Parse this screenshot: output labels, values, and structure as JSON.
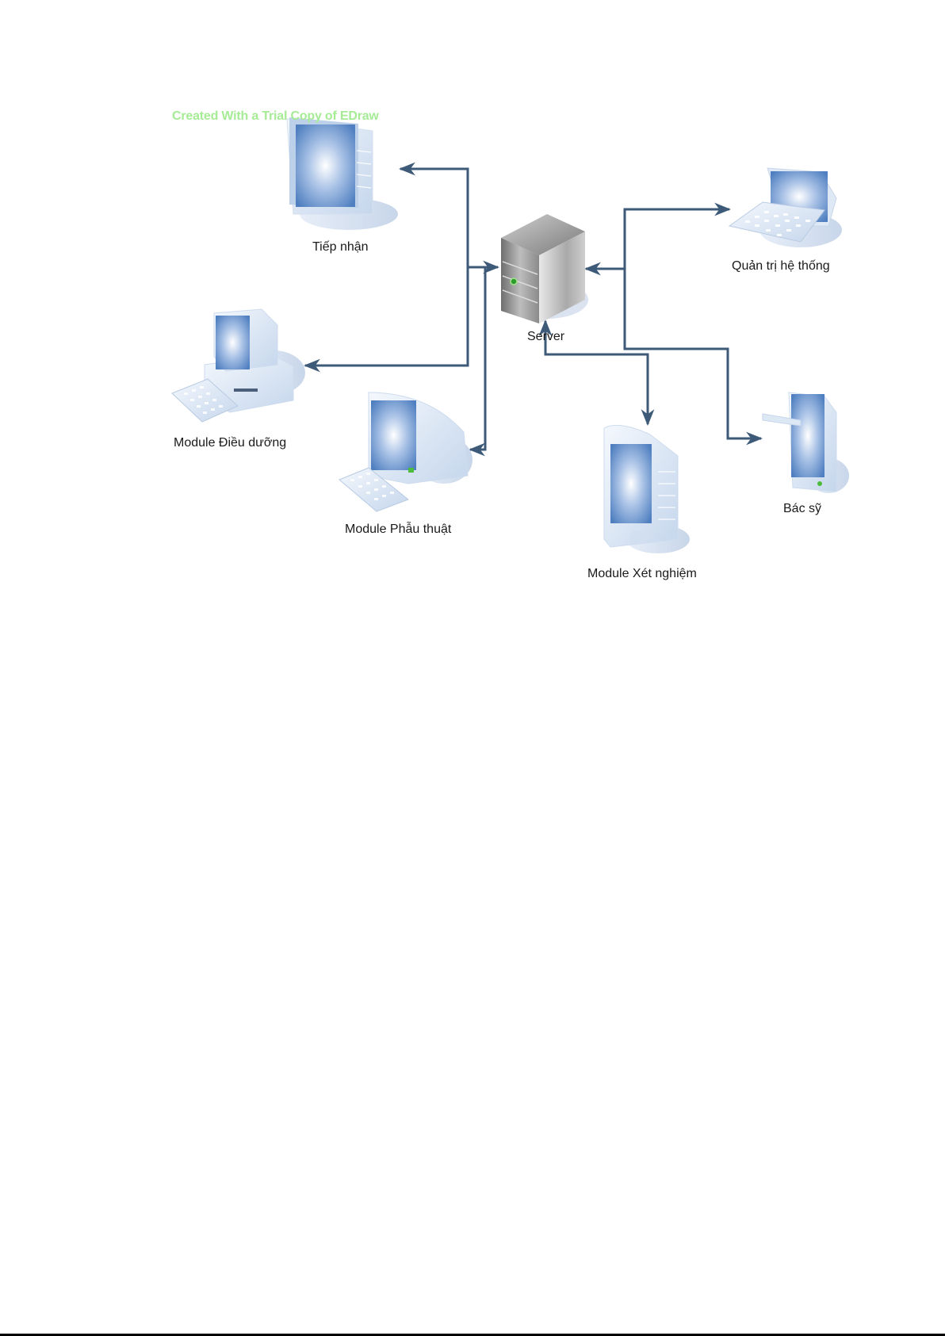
{
  "watermark": "Created With a Trial Copy of EDraw",
  "colors": {
    "connector": "#3d5a78",
    "screen": "#5b88c8",
    "device_body": "#dfe9f5",
    "watermark": "#a6ec96"
  },
  "nodes": {
    "server": {
      "label": "Server",
      "icon": "server-tower-icon"
    },
    "tiep_nhan": {
      "label": "Tiếp nhận",
      "icon": "tower-pc-icon"
    },
    "dieu_duong": {
      "label": "Module Điều dưỡng",
      "icon": "desktop-pc-icon"
    },
    "phau_thuat": {
      "label": "Module Phẫu thuật",
      "icon": "desktop-pc-icon"
    },
    "xet_nghiem": {
      "label": "Module Xét nghiệm",
      "icon": "tower-pc-icon"
    },
    "quan_tri": {
      "label": "Quản trị hệ thống",
      "icon": "laptop-icon"
    },
    "bac_sy": {
      "label": "Bác sỹ",
      "icon": "tablet-pc-icon"
    }
  },
  "edges": [
    {
      "from": "server",
      "to": "tiep_nhan"
    },
    {
      "from": "server",
      "to": "dieu_duong"
    },
    {
      "from": "phau_thuat",
      "to": "server",
      "bidirectional": true
    },
    {
      "from": "server",
      "to": "quan_tri"
    },
    {
      "from": "quan_tri",
      "to": "server"
    },
    {
      "from": "server",
      "to": "bac_sy"
    },
    {
      "from": "xet_nghiem",
      "to": "server",
      "bidirectional": true
    }
  ]
}
